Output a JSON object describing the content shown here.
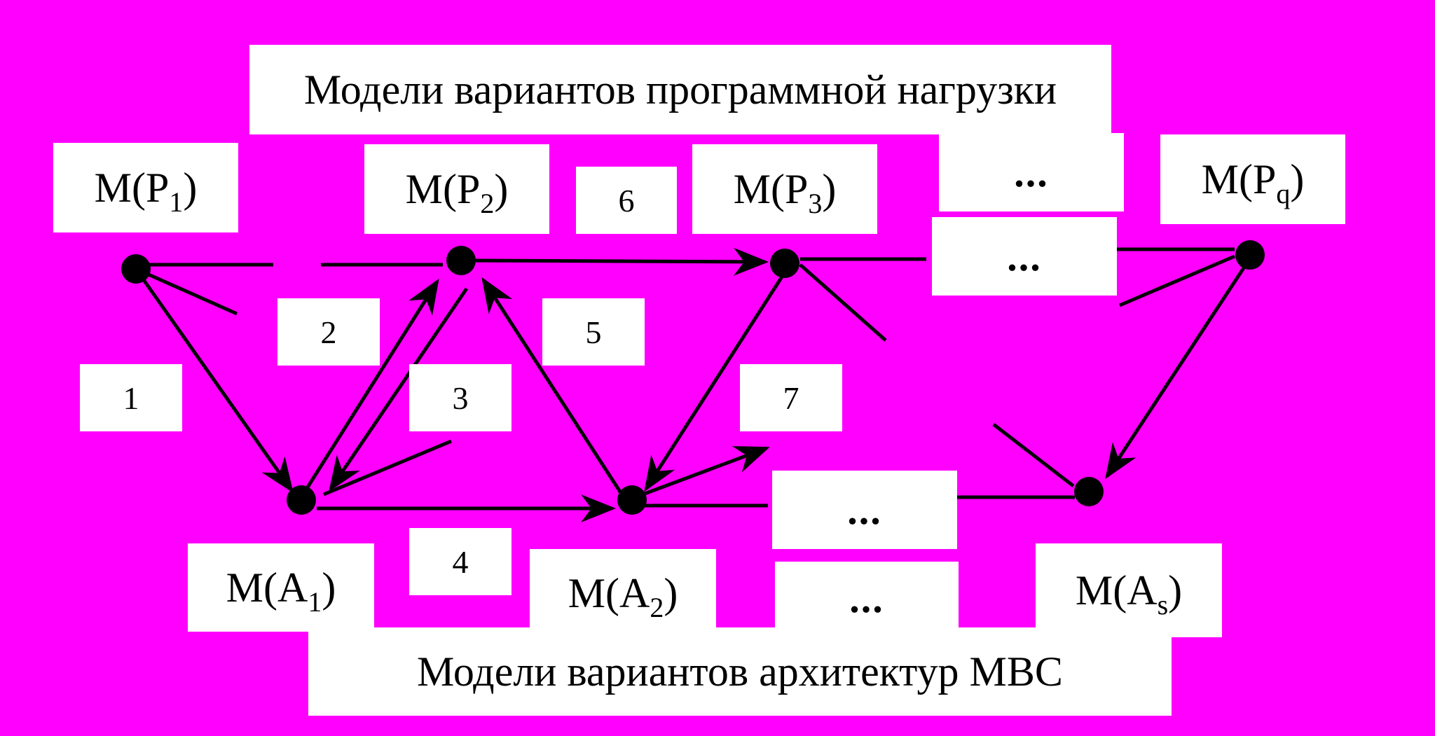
{
  "colors": {
    "background": "#ff00ff",
    "box": "#ffffff",
    "ink": "#000000"
  },
  "headers": {
    "top": "Модели вариантов программной нагрузки",
    "bottom": "Модели вариантов архитектур МВС"
  },
  "nodes": {
    "p1": {
      "prefix": "M(",
      "base": "P",
      "sub": "1",
      "suffix": ")"
    },
    "p2": {
      "prefix": "M(",
      "base": "P",
      "sub": "2",
      "suffix": ")"
    },
    "p3": {
      "prefix": "M(",
      "base": "P",
      "sub": "3",
      "suffix": ")"
    },
    "pq": {
      "prefix": "M(",
      "base": "P",
      "sub": "q",
      "suffix": ")"
    },
    "a1": {
      "prefix": "M(",
      "base": "A",
      "sub": "1",
      "suffix": ")"
    },
    "a2": {
      "prefix": "M(",
      "base": "A",
      "sub": "2",
      "suffix": ")"
    },
    "as": {
      "prefix": "M(",
      "base": "A",
      "sub": "s",
      "suffix": ")"
    }
  },
  "edge_labels": {
    "e1": "1",
    "e2": "2",
    "e3": "3",
    "e4": "4",
    "e5": "5",
    "e6": "6",
    "e7": "7"
  },
  "ellipses": {
    "top_upper": "...",
    "top_lower": "...",
    "bottom_upper": "...",
    "bottom_lower": "..."
  }
}
